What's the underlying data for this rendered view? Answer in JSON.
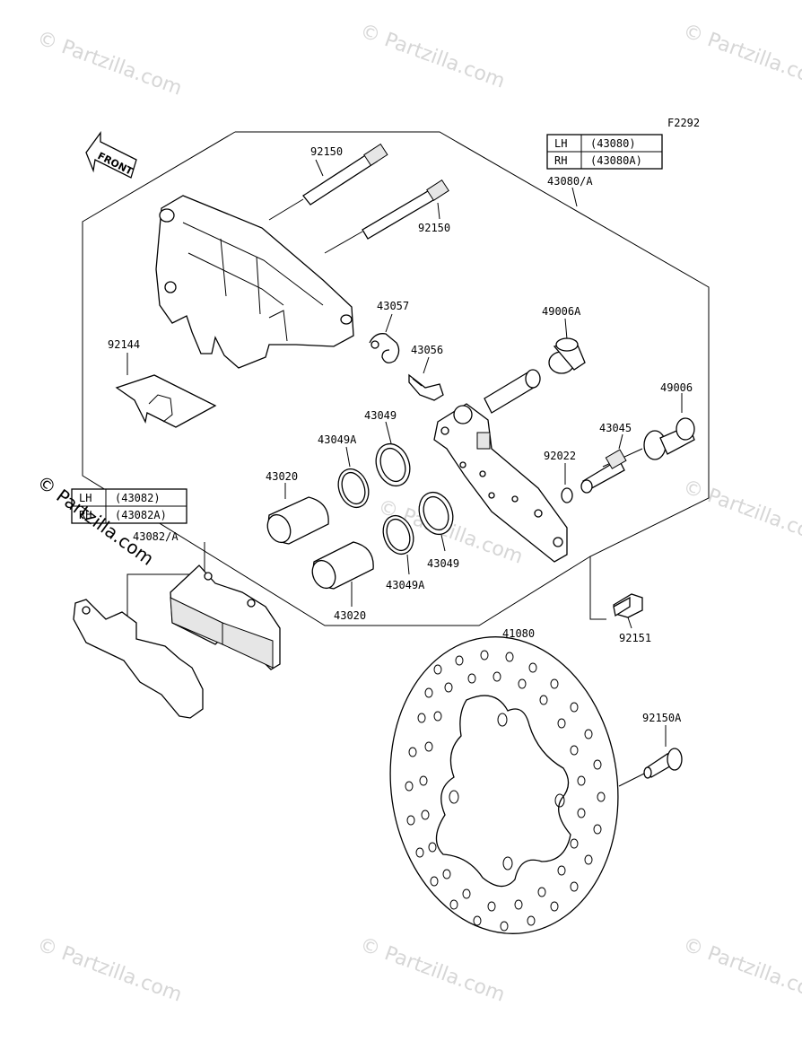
{
  "figure_code": "F2292",
  "front_arrow_label": "FRONT",
  "watermark": "© Partzilla.com",
  "caliper_table": {
    "rows": [
      {
        "side": "LH",
        "part": "(43080)"
      },
      {
        "side": "RH",
        "part": "(43080A)"
      }
    ],
    "ref": "43080/A"
  },
  "pad_table": {
    "rows": [
      {
        "side": "LH",
        "part": "(43082)"
      },
      {
        "side": "RH",
        "part": "(43082A)"
      }
    ],
    "ref": "43082/A"
  },
  "parts": {
    "p92150_top": "92150",
    "p92150_mid": "92150",
    "p43057": "43057",
    "p43056": "43056",
    "p49006A": "49006A",
    "p49006": "49006",
    "p92144": "92144",
    "p43049_top": "43049",
    "p43049A_top": "43049A",
    "p43020_top": "43020",
    "p43045": "43045",
    "p92022": "92022",
    "p43049_bot": "43049",
    "p43049A_bot": "43049A",
    "p43020_bot": "43020",
    "p41080": "41080",
    "p92151": "92151",
    "p92150A": "92150A"
  }
}
